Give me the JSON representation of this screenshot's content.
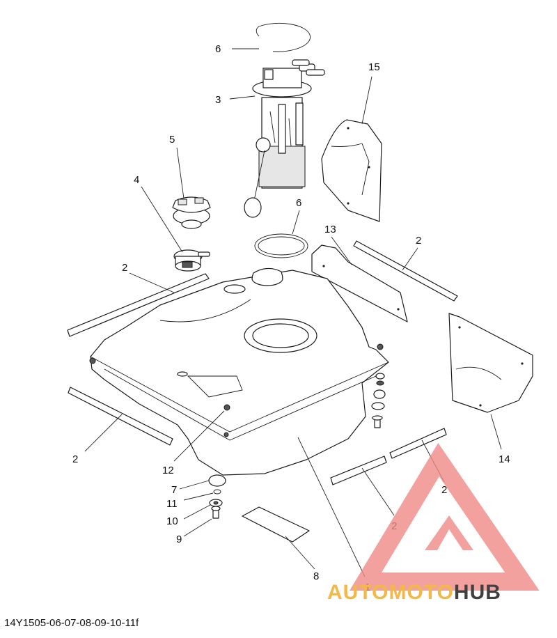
{
  "figure": {
    "code": "14Y1505-06-07-08-09-10-11f",
    "callouts": {
      "c6a": "6",
      "c15": "15",
      "c3": "3",
      "c5": "5",
      "c4": "4",
      "c6b": "6",
      "c13": "13",
      "c2a": "2",
      "c2b": "2",
      "c2c": "2",
      "c12": "12",
      "c14": "14",
      "c7": "7",
      "c11": "11",
      "c10": "10",
      "c9": "9",
      "c8": "8",
      "c1": "1",
      "c2d": "2",
      "c2e": "2"
    }
  },
  "watermark": {
    "brand_a": "AUTOMOTO",
    "brand_b": "HUB",
    "color_primary": "#f08a86",
    "color_secondary": "#f2b84a",
    "color_dark": "#404040"
  }
}
